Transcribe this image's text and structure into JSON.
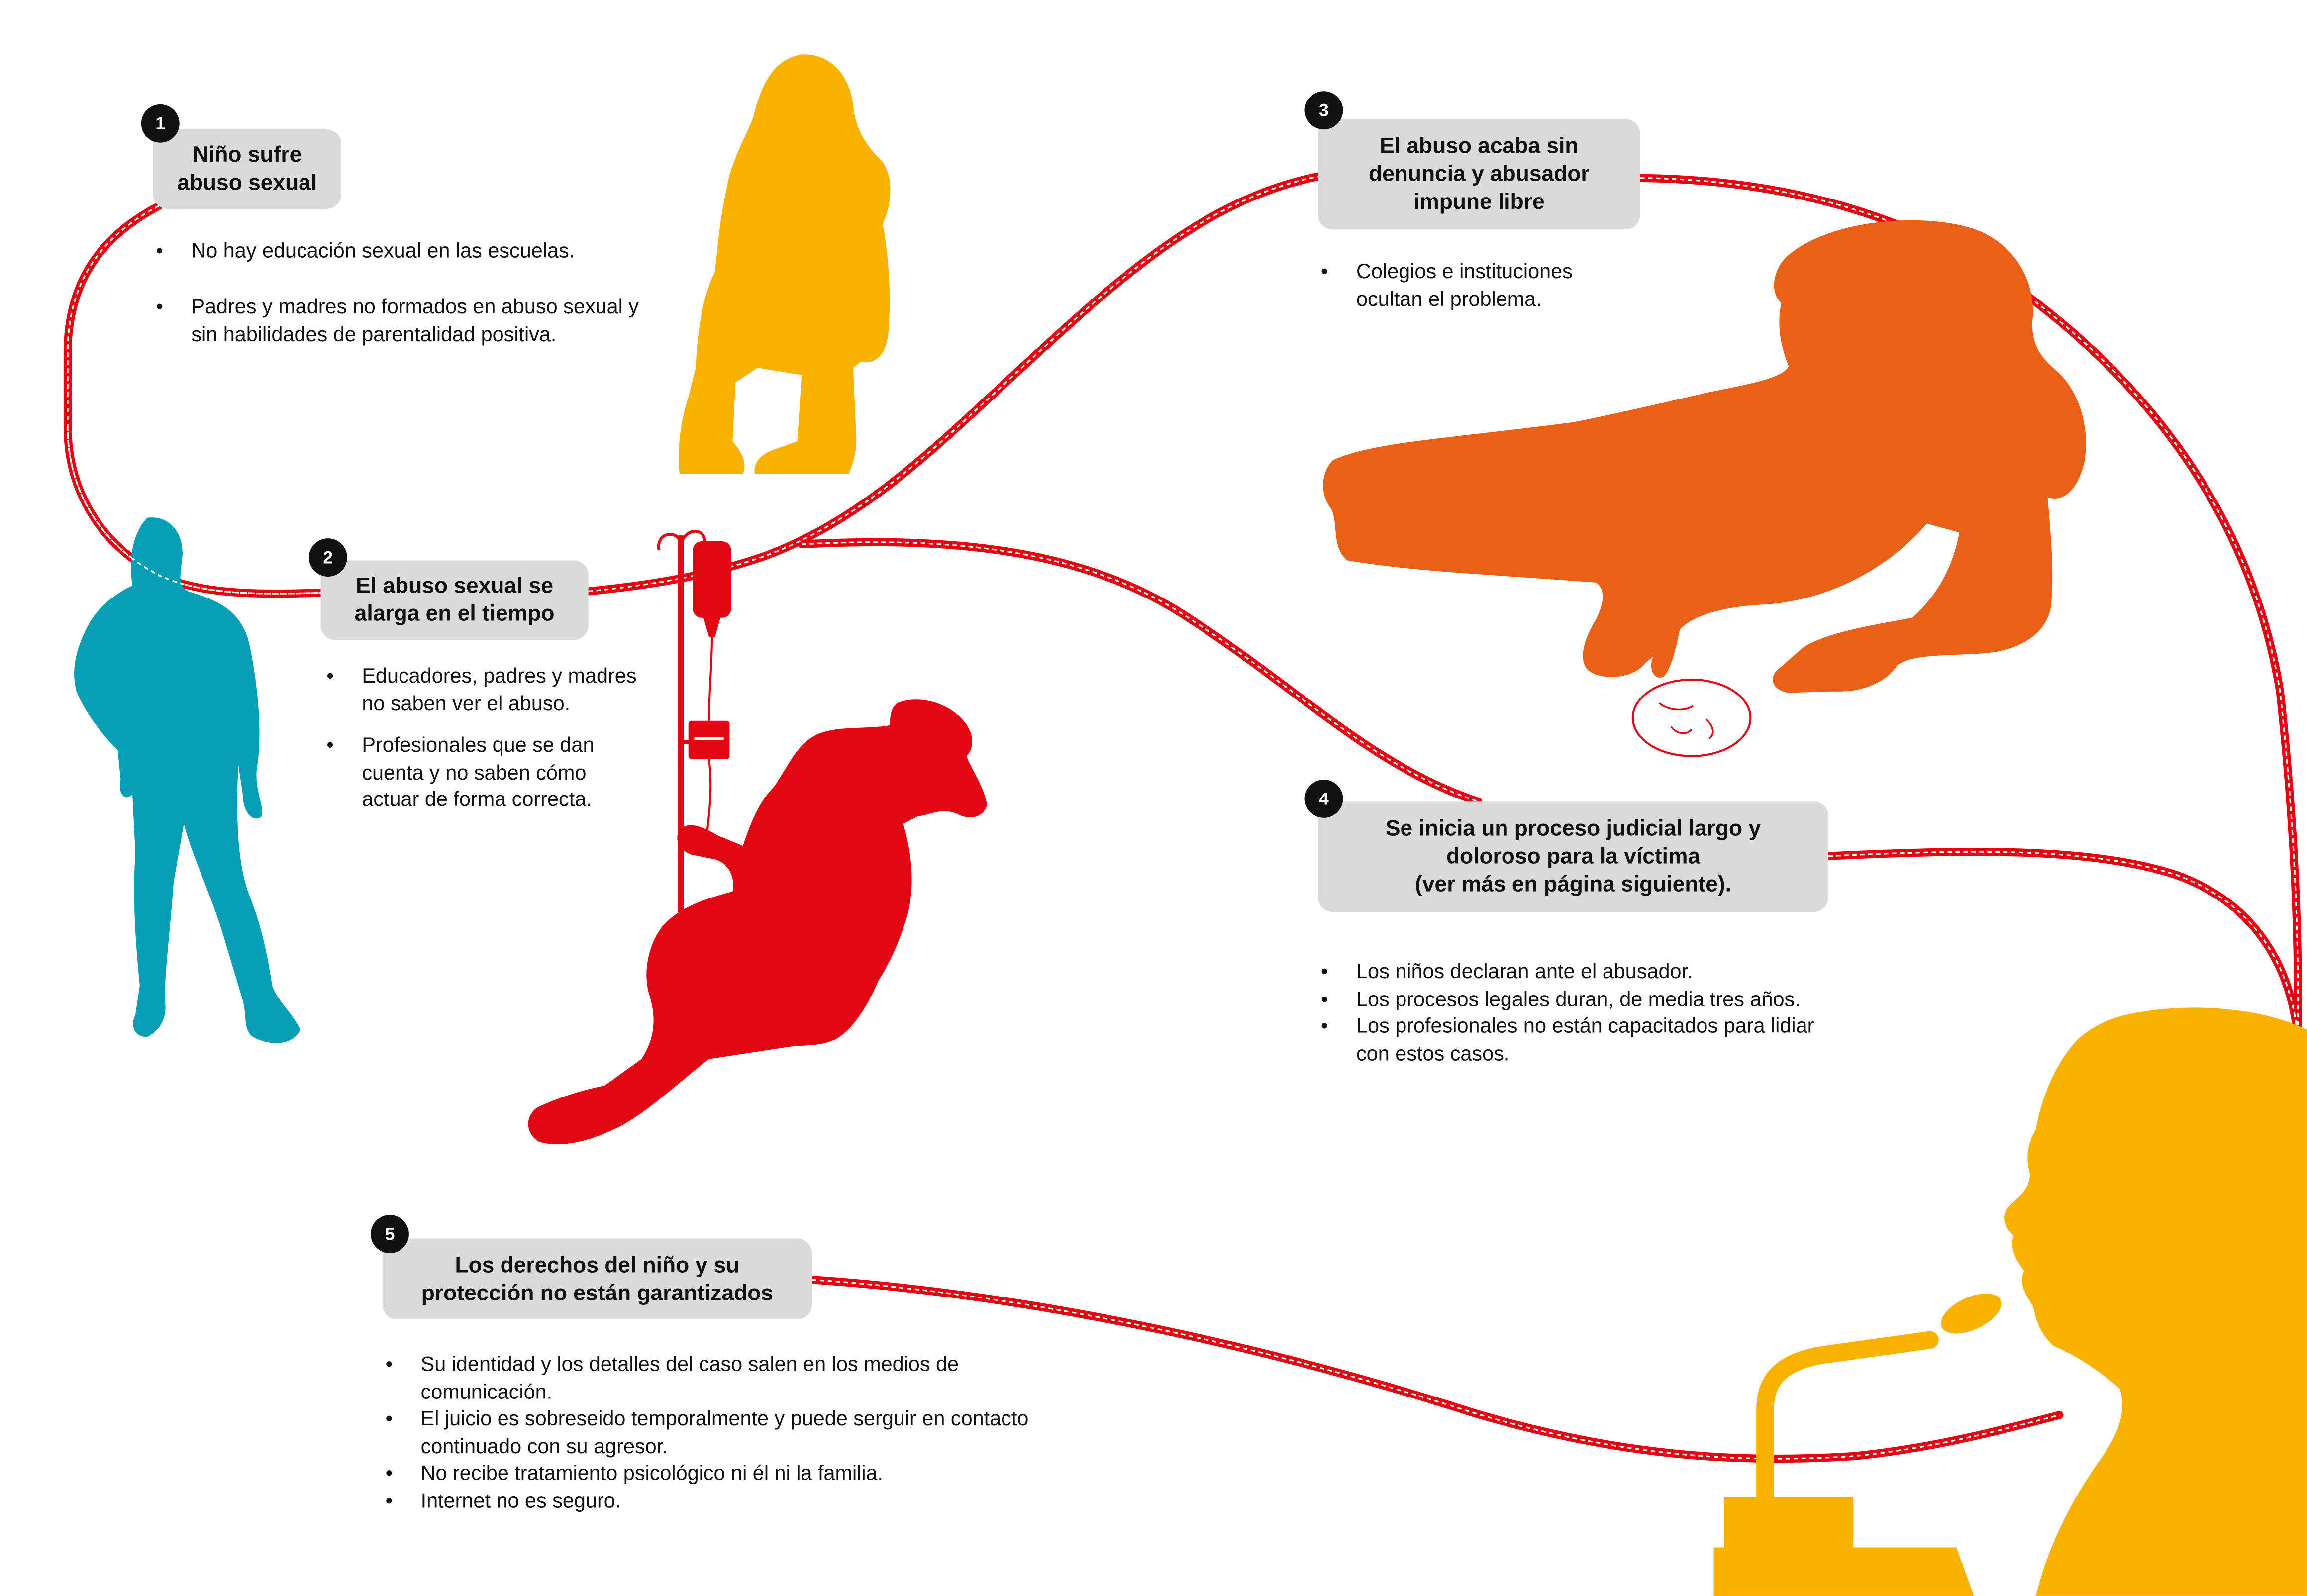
{
  "steps": [
    {
      "number": "1",
      "title": "Niño sufre\nabuso sexual",
      "bullets": [
        "No hay educación sexual en las escuelas.",
        "Padres y madres no formados en abuso sexual y\nsin habilidades de parentalidad positiva."
      ]
    },
    {
      "number": "2",
      "title": "El abuso sexual se\nalarga en el tiempo",
      "bullets": [
        "Educadores, padres y madres\nno saben ver el abuso.",
        "Profesionales que se dan\ncuenta y no saben cómo\nactuar de forma correcta."
      ]
    },
    {
      "number": "3",
      "title": "El abuso acaba sin\ndenuncia y abusador\nimpune libre",
      "bullets": [
        "Colegios e instituciones\nocultan el problema."
      ]
    },
    {
      "number": "4",
      "title": "Se inicia un proceso judicial largo y\ndoloroso para la víctima\n(ver más en página siguiente).",
      "bullets": [
        "Los niños declaran ante el abusador.",
        "Los procesos legales duran, de media tres años.",
        "Los profesionales no están capacitados para lidiar\ncon estos casos."
      ]
    },
    {
      "number": "5",
      "title": "Los derechos del niño y su\nprotección no están garantizados",
      "bullets": [
        "Su identidad y los detalles del caso salen en los medios de\ncomunicación.",
        "El juicio es sobreseido temporalmente y puede serguir en contacto\ncontinuado con su agresor.",
        "No recibe tratamiento psicológico ni él ni la familia.",
        "Internet no es seguro."
      ]
    }
  ],
  "colors": {
    "road": "#e30613",
    "road_dash": "#ffffff",
    "step_box": "#dadada",
    "badge": "#111111",
    "yellow": "#f9b200",
    "teal": "#069fb5",
    "red": "#e30613",
    "orange": "#ea6017"
  },
  "icons": [
    "seated-girl-icon",
    "standing-man-icon",
    "iv-drip-icon",
    "hospitalized-child-icon",
    "lying-girl-icon",
    "face-doodle-icon",
    "testifying-child-icon",
    "microphone-icon"
  ]
}
